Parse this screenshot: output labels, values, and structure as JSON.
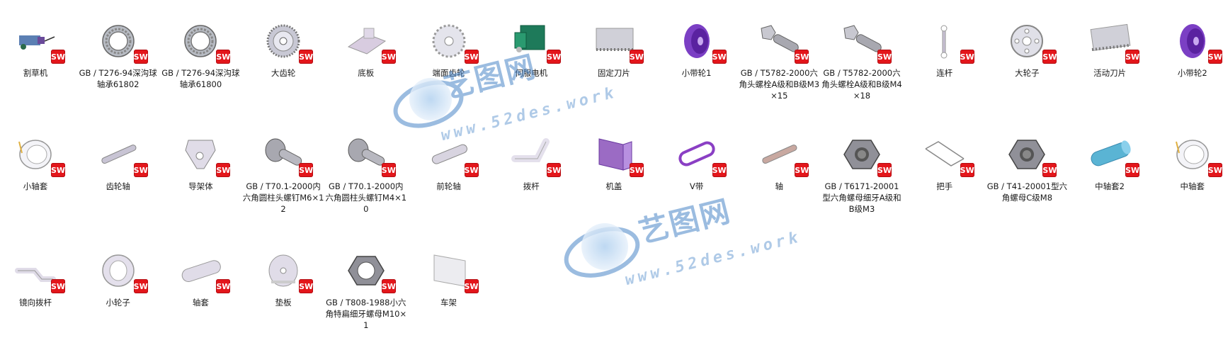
{
  "items": [
    {
      "label": "割草机",
      "icon": "mower-assembly-icon",
      "color": "#5b7fb3"
    },
    {
      "label": "GB / T276-94深沟球轴承61802",
      "icon": "ball-bearing-icon",
      "color": "#b8bcc4"
    },
    {
      "label": "GB / T276-94深沟球轴承61800",
      "icon": "ball-bearing-icon",
      "color": "#b8bcc4"
    },
    {
      "label": "大齿轮",
      "icon": "gear-icon",
      "color": "#c8c8d4"
    },
    {
      "label": "底板",
      "icon": "base-plate-icon",
      "color": "#d8cce0"
    },
    {
      "label": "端面齿轮",
      "icon": "face-gear-icon",
      "color": "#e4e4ec"
    },
    {
      "label": "伺服电机",
      "icon": "servo-motor-icon",
      "color": "#1e7a5a"
    },
    {
      "label": "固定刀片",
      "icon": "fixed-blade-icon",
      "color": "#d0d0d8"
    },
    {
      "label": "小带轮1",
      "icon": "pulley-icon",
      "color": "#7b3fc4"
    },
    {
      "label": "GB / T5782-2000六角头螺栓A级和B级M3×15",
      "icon": "hex-bolt-icon",
      "color": "#a8a8b0"
    },
    {
      "label": "GB / T5782-2000六角头螺栓A级和B级M4×18",
      "icon": "hex-bolt-icon",
      "color": "#a8a8b0"
    },
    {
      "label": "连杆",
      "icon": "connecting-rod-icon",
      "color": "#c8c0d4"
    },
    {
      "label": "大轮子",
      "icon": "wheel-icon",
      "color": "#e0e0e8"
    },
    {
      "label": "活动刀片",
      "icon": "moving-blade-icon",
      "color": "#d0d0d8"
    },
    {
      "label": "小带轮2",
      "icon": "pulley-icon",
      "color": "#7b3fc4"
    },
    {
      "label": "小轴套",
      "icon": "bushing-icon",
      "color": "#e0dce8"
    },
    {
      "label": "齿轮轴",
      "icon": "shaft-icon",
      "color": "#c8c4d4"
    },
    {
      "label": "导架体",
      "icon": "guide-frame-icon",
      "color": "#e0dce8"
    },
    {
      "label": "GB / T70.1-2000内六角圆柱头螺钉M6×12",
      "icon": "socket-screw-icon",
      "color": "#a8a8b0"
    },
    {
      "label": "GB / T70.1-2000内六角圆柱头螺钉M4×10",
      "icon": "socket-screw-icon",
      "color": "#a8a8b0"
    },
    {
      "label": "前轮轴",
      "icon": "axle-icon",
      "color": "#d8d4e0"
    },
    {
      "label": "拨杆",
      "icon": "lever-icon",
      "color": "#e4e0ec"
    },
    {
      "label": "机盖",
      "icon": "cover-icon",
      "color": "#9b6bc4"
    },
    {
      "label": "V带",
      "icon": "v-belt-icon",
      "color": "#8a3fc4"
    },
    {
      "label": "轴",
      "icon": "shaft-icon",
      "color": "#c8a8a0"
    },
    {
      "label": "GB / T6171-20001型六角螺母细牙A级和B级M3",
      "icon": "hex-nut-icon",
      "color": "#909098"
    },
    {
      "label": "把手",
      "icon": "handle-icon",
      "color": "#d0d0d8"
    },
    {
      "label": "GB / T41-20001型六角螺母C级M8",
      "icon": "hex-nut-icon",
      "color": "#909098"
    },
    {
      "label": "中轴套2",
      "icon": "sleeve-icon",
      "color": "#5ab4d4"
    },
    {
      "label": "中轴套",
      "icon": "bushing-icon",
      "color": "#e0dce8"
    },
    {
      "label": "镜向拨杆",
      "icon": "mirror-lever-icon",
      "color": "#e0dce8"
    },
    {
      "label": "小轮子",
      "icon": "small-wheel-icon",
      "color": "#e4e0ec"
    },
    {
      "label": "轴套",
      "icon": "tube-icon",
      "color": "#e0dce8"
    },
    {
      "label": "垫板",
      "icon": "washer-icon",
      "color": "#e0dce8"
    },
    {
      "label": "GB / T808-1988小六角特扁细牙螺母M10×1",
      "icon": "thin-nut-icon",
      "color": "#909098"
    },
    {
      "label": "车架",
      "icon": "frame-plate-icon",
      "color": "#ececf0"
    }
  ],
  "badge_text": "SW",
  "badge_color": "#e3161b",
  "watermark": {
    "title": "艺图网",
    "url": "www.52des.work",
    "color": "#4a86c8"
  }
}
